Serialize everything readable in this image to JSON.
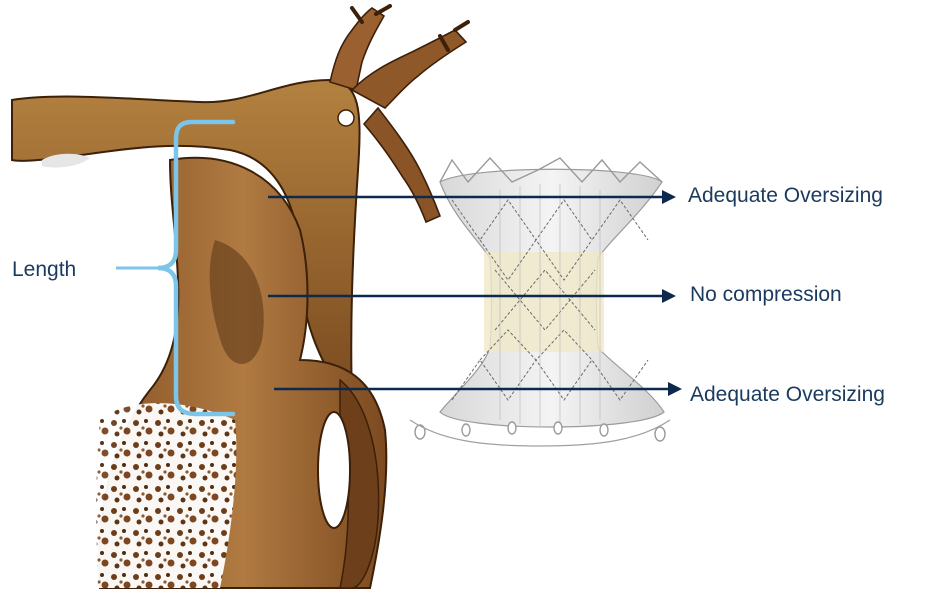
{
  "labels": {
    "length": "Length",
    "top_oversizing": "Adequate Oversizing",
    "middle": "No compression",
    "bottom_oversizing": "Adequate Oversizing"
  },
  "colors": {
    "text": "#1a3a5e",
    "arrow": "#0d2a4e",
    "bracket": "#7cc4e8",
    "anatomy": "#9b6533",
    "anatomy_dark": "#5a3414",
    "anatomy_light": "#c08a4d",
    "stent_frame": "#c9c9c9",
    "stent_waist": "#f0e9c8"
  }
}
